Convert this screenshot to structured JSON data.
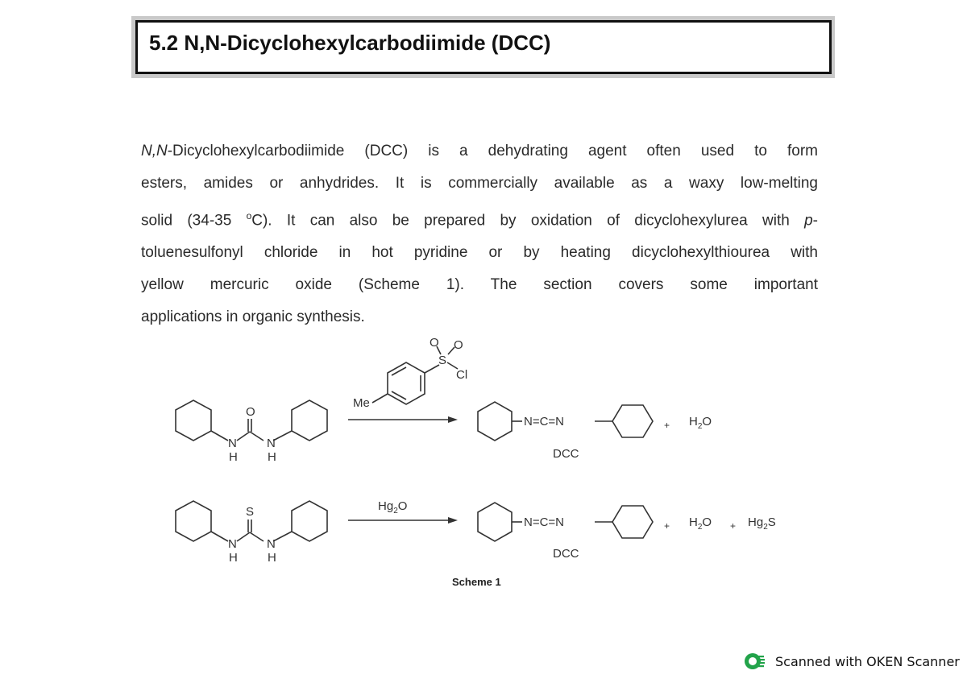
{
  "heading": "5.2 N,N-Dicyclohexylcarbodiimide (DCC)",
  "paragraph": {
    "line1_prefix": "N,N",
    "line1_rest": "-Dicyclohexylcarbodiimide (DCC) is a dehydrating agent often used to form",
    "line2": "esters, amides or anhydrides. It is commercially available as a waxy low-melting",
    "line3_a": "solid (34-35 ",
    "line3_deg": "o",
    "line3_b": "C). It can also be prepared by oxidation of dicyclohexylurea with ",
    "line3_p": "p",
    "line3_c": "-",
    "line4": "toluenesulfonyl chloride in hot pyridine or by heating dicyclohexylthiourea with",
    "line5": "yellow mercuric oxide (Scheme 1). The section covers some important",
    "line6": "applications in organic synthesis."
  },
  "scheme": {
    "reagent1_me": "Me",
    "reagent1_s": "S",
    "reagent1_o1": "O",
    "reagent1_o2": "O",
    "reagent1_cl": "Cl",
    "urea_o": "O",
    "thiourea_s": "S",
    "n": "N",
    "h": "H",
    "carbodiimide": "N=C=N",
    "product_label": "DCC",
    "plus": "+",
    "water_h": "H",
    "water_2": "2",
    "water_o": "O",
    "reagent2_hg": "Hg",
    "reagent2_2": "2",
    "reagent2_o": "O",
    "sulfide_hg": "Hg",
    "sulfide_2": "2",
    "sulfide_s": "S",
    "caption": "Scheme 1"
  },
  "footer": {
    "scanner_text": "Scanned with OKEN Scanner",
    "logo_icon": "oken-scanner-logo-icon",
    "logo_color": "#22a34a"
  }
}
